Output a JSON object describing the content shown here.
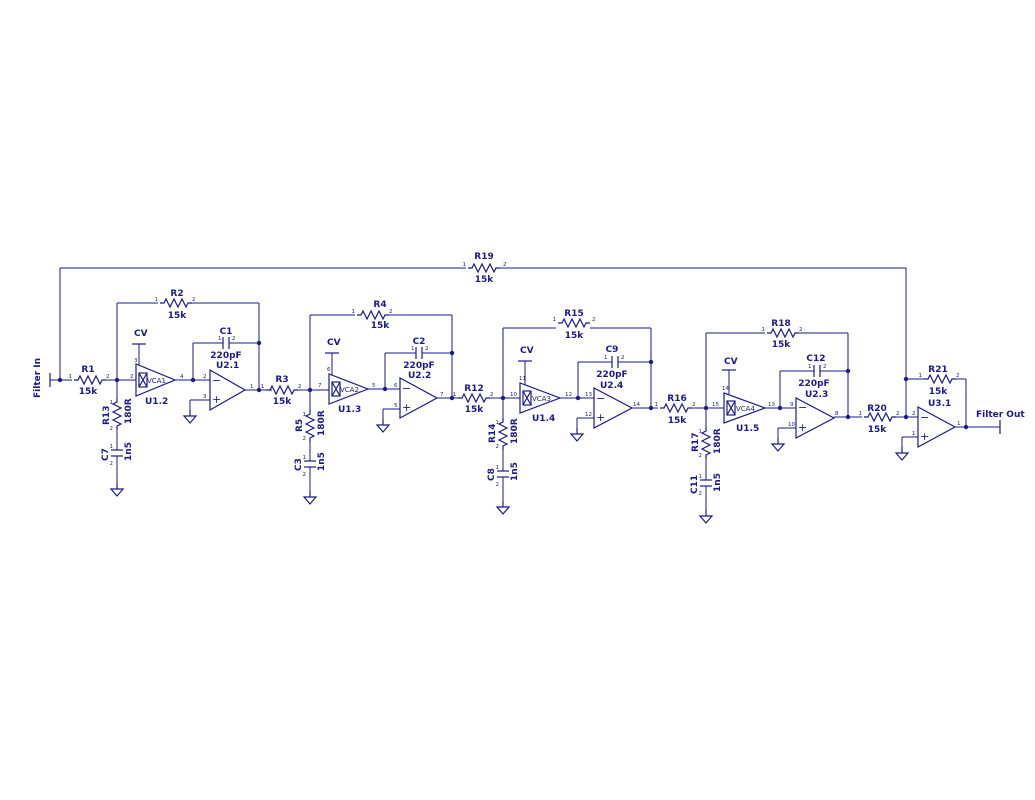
{
  "colors": {
    "ink": "#1a1a8c",
    "background": "#ffffff"
  },
  "ports": {
    "input": "Filter In",
    "output": "Filter Out"
  },
  "cv_label": "CV",
  "parts": {
    "R1": {
      "ref": "R1",
      "value": "15k",
      "pin1": "1",
      "pin2": "2"
    },
    "R2": {
      "ref": "R2",
      "value": "15k",
      "pin1": "1",
      "pin2": "2"
    },
    "R3": {
      "ref": "R3",
      "value": "15k",
      "pin1": "1",
      "pin2": "2"
    },
    "R4": {
      "ref": "R4",
      "value": "15k",
      "pin1": "1",
      "pin2": "2"
    },
    "R5": {
      "ref": "R5",
      "value": "180R",
      "pin1": "1",
      "pin2": "2"
    },
    "R12": {
      "ref": "R12",
      "value": "15k",
      "pin1": "1",
      "pin2": "2"
    },
    "R13": {
      "ref": "R13",
      "value": "180R",
      "pin1": "1",
      "pin2": "2"
    },
    "R14": {
      "ref": "R14",
      "value": "180R",
      "pin1": "1",
      "pin2": "2"
    },
    "R15": {
      "ref": "R15",
      "value": "15k",
      "pin1": "1",
      "pin2": "2"
    },
    "R16": {
      "ref": "R16",
      "value": "15k",
      "pin1": "1",
      "pin2": "2"
    },
    "R17": {
      "ref": "R17",
      "value": "180R",
      "pin1": "1",
      "pin2": "2"
    },
    "R18": {
      "ref": "R18",
      "value": "15k",
      "pin1": "1",
      "pin2": "2"
    },
    "R19": {
      "ref": "R19",
      "value": "15k",
      "pin1": "1",
      "pin2": "2"
    },
    "R20": {
      "ref": "R20",
      "value": "15k",
      "pin1": "1",
      "pin2": "2"
    },
    "R21": {
      "ref": "R21",
      "value": "15k",
      "pin1": "1",
      "pin2": "2"
    },
    "C1": {
      "ref": "C1",
      "value": "220pF",
      "pin1": "1",
      "pin2": "2"
    },
    "C2": {
      "ref": "C2",
      "value": "220pF",
      "pin1": "1",
      "pin2": "2"
    },
    "C9": {
      "ref": "C9",
      "value": "220pF",
      "pin1": "1",
      "pin2": "2"
    },
    "C12": {
      "ref": "C12",
      "value": "220pF",
      "pin1": "1",
      "pin2": "2"
    },
    "C3": {
      "ref": "C3",
      "value": "1n5",
      "pin1": "1",
      "pin2": "2"
    },
    "C7": {
      "ref": "C7",
      "value": "1n5",
      "pin1": "1",
      "pin2": "2"
    },
    "C8": {
      "ref": "C8",
      "value": "1n5",
      "pin1": "1",
      "pin2": "2"
    },
    "C11": {
      "ref": "C11",
      "value": "1n5",
      "pin1": "1",
      "pin2": "2"
    }
  },
  "vcas": {
    "U12": {
      "ref": "U1.2",
      "name": "VCA1",
      "pin_in": "2",
      "pin_out": "4",
      "pin_cv": "3"
    },
    "U13": {
      "ref": "U1.3",
      "name": "VCA2",
      "pin_in": "7",
      "pin_out": "5",
      "pin_cv": "6"
    },
    "U14": {
      "ref": "U1.4",
      "name": "VCA3",
      "pin_in": "10",
      "pin_out": "12",
      "pin_cv": "11"
    },
    "U15": {
      "ref": "U1.5",
      "name": "VCA4",
      "pin_in": "15",
      "pin_out": "13",
      "pin_cv": "14"
    }
  },
  "opamps": {
    "U21": {
      "ref": "U2.1",
      "pin_neg": "2",
      "pin_pos": "3",
      "pin_out": "1"
    },
    "U22": {
      "ref": "U2.2",
      "pin_neg": "6",
      "pin_pos": "5",
      "pin_out": "7"
    },
    "U24": {
      "ref": "U2.4",
      "pin_neg": "13",
      "pin_pos": "12",
      "pin_out": "14"
    },
    "U23": {
      "ref": "U2.3",
      "pin_neg": "9",
      "pin_pos": "10",
      "pin_out": "8"
    },
    "U31": {
      "ref": "U3.1",
      "pin_neg": "2",
      "pin_pos": "1",
      "pin_out": "1"
    }
  }
}
